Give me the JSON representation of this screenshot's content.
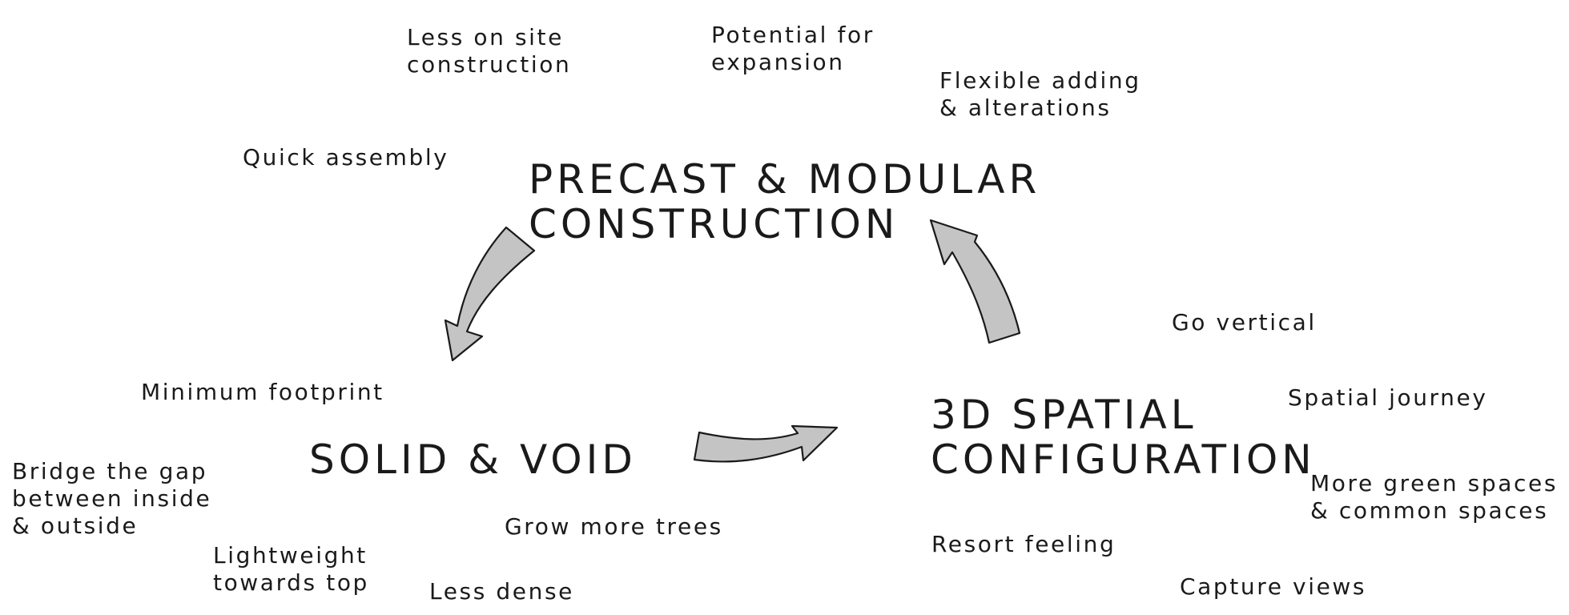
{
  "headings": {
    "precast": "PRECAST & MODULAR\nCONSTRUCTION",
    "solid_void": "SOLID & VOID",
    "spatial": "3D SPATIAL\nCONFIGURATION"
  },
  "precast_notes": {
    "less_on_site": "Less on site\nconstruction",
    "potential_expansion": "Potential for\nexpansion",
    "flexible_adding": "Flexible adding\n& alterations",
    "quick_assembly": "Quick assembly"
  },
  "solid_void_notes": {
    "minimum_footprint": "Minimum footprint",
    "bridge_gap": "Bridge the gap\nbetween inside\n& outside",
    "lightweight": "Lightweight\ntowards top",
    "less_dense": "Less dense",
    "grow_trees": "Grow more trees"
  },
  "spatial_notes": {
    "go_vertical": "Go vertical",
    "spatial_journey": "Spatial journey",
    "green_spaces": "More green spaces\n& common spaces",
    "resort_feeling": "Resort feeling",
    "capture_views": "Capture views"
  },
  "colors": {
    "arrow_fill": "#c4c4c4",
    "ink": "#1a1a1a",
    "background": "#ffffff"
  }
}
